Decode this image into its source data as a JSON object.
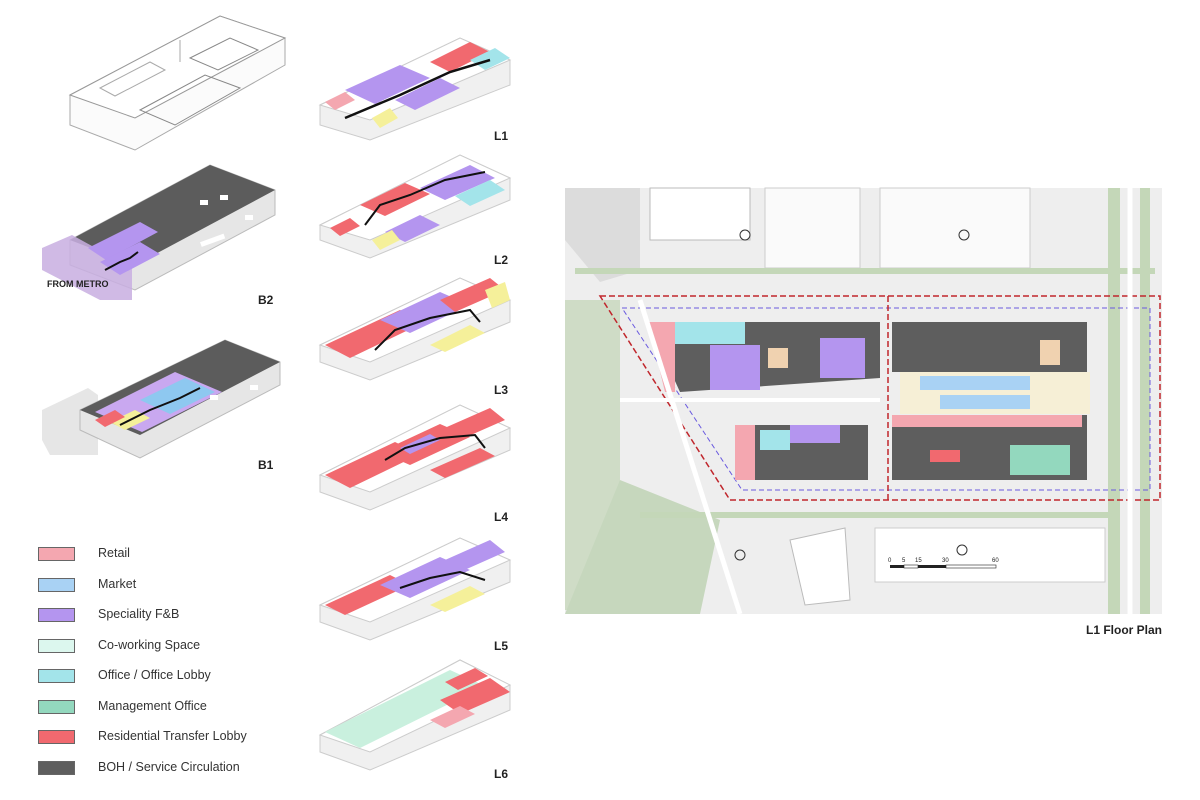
{
  "levels": {
    "l1": "L1",
    "l2": "L2",
    "l3": "L3",
    "l4": "L4",
    "l5": "L5",
    "l6": "L6",
    "b1": "B1",
    "b2": "B2"
  },
  "from_metro": "FROM METRO",
  "plan_caption": "L1  Floor Plan",
  "scale_bar": {
    "ticks": [
      "0",
      "5",
      "15",
      "30",
      "60"
    ]
  },
  "legend": [
    {
      "label": "Retail",
      "color": "#f4a7b0"
    },
    {
      "label": "Market",
      "color": "#a9d2f4"
    },
    {
      "label": "Speciality F&B",
      "color": "#b495ef"
    },
    {
      "label": "Co-working Space",
      "color": "#dcf7ee"
    },
    {
      "label": "Office / Office Lobby",
      "color": "#a3e4ea"
    },
    {
      "label": "Management Office",
      "color": "#93d8be"
    },
    {
      "label": "Residential Transfer Lobby",
      "color": "#f1696f"
    },
    {
      "label": "BOH / Service Circulation",
      "color": "#5e5e5e"
    }
  ],
  "colors": {
    "retail": "#f4a7b0",
    "market": "#a9d2f4",
    "fnb": "#b495ef",
    "coworking": "#dcf7ee",
    "office": "#a3e4ea",
    "mgmt": "#93d8be",
    "residential": "#f1696f",
    "boh": "#5e5e5e",
    "yellow": "#f5f09a"
  }
}
